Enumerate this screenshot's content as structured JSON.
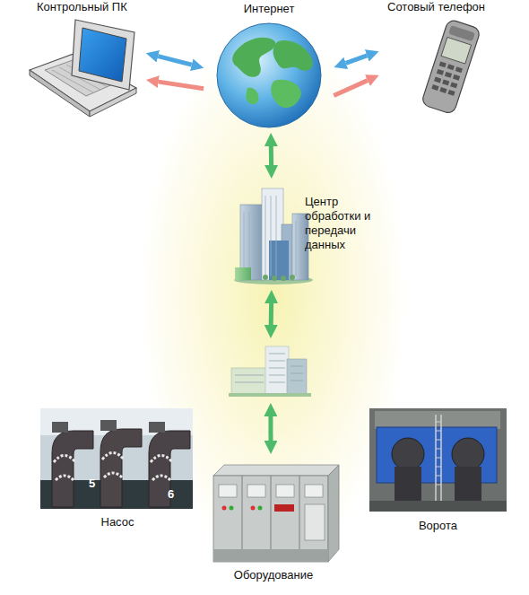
{
  "diagram": {
    "nodes": [
      {
        "text": [
          "Контрольный ПК"
        ]
      },
      {
        "text": [
          "Интернет"
        ]
      },
      {
        "text": [
          "Сотовый телефон"
        ]
      },
      {
        "text": [
          "Центр обработки и передачи данных"
        ]
      },
      {
        "text": []
      },
      {
        "text": [
          "Насос"
        ]
      },
      {
        "text": [
          "Ворота"
        ]
      },
      {
        "text": [
          "Оборудование"
        ]
      }
    ],
    "edges": [
      {
        "from": 1,
        "to": 0,
        "arrow": "both"
      },
      {
        "from": 1,
        "to": 0,
        "arrow": "to"
      },
      {
        "from": 1,
        "to": 2,
        "arrow": "both"
      },
      {
        "from": 1,
        "to": 2,
        "arrow": "to"
      },
      {
        "from": 1,
        "to": 3,
        "arrow": "both"
      },
      {
        "from": 3,
        "to": 4,
        "arrow": "both"
      },
      {
        "from": 4,
        "to": 7,
        "arrow": "both"
      }
    ],
    "labels": [
      "5",
      "6"
    ]
  }
}
